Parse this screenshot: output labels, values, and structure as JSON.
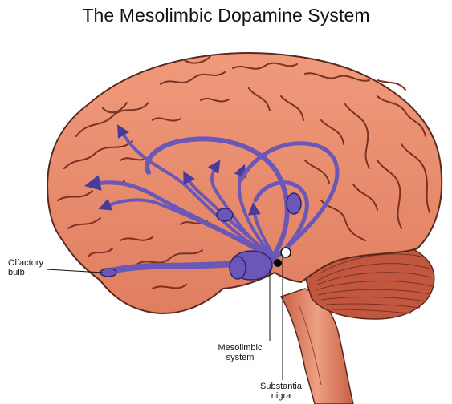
{
  "title": "The Mesolimbic Dopamine System",
  "labels": {
    "olfactory_line1": "Olfactory",
    "olfactory_line2": "bulb",
    "mesolimbic_line1": "Mesolimbic",
    "mesolimbic_line2": "system",
    "substantia_line1": "Substantia",
    "substantia_line2": "nigra"
  },
  "colors": {
    "cortex": "#e88a6c",
    "cortex_outline": "#5a2a1f",
    "sulcus": "#7a3222",
    "cerebellum": "#c2573f",
    "brainstem": "#e79b80",
    "pathway": "#6b57b8",
    "pathway_dark": "#2f2470",
    "substantia_nigra": "#000000",
    "vta": "#ffffff"
  }
}
